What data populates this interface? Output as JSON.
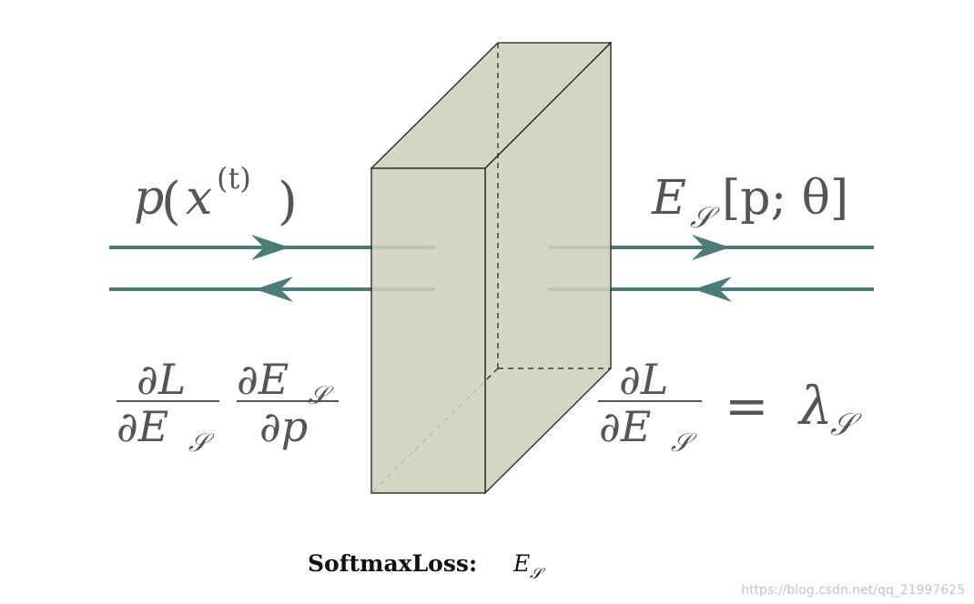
{
  "input_label": {
    "p": "p",
    "lparen": "(",
    "x": "x",
    "sup": "(t)",
    "rparen": ")"
  },
  "output_label": {
    "E": "E",
    "sub": "𝒮",
    "bracket": "[p; θ]"
  },
  "left_gradient": {
    "frac1_num": "∂L",
    "frac1_den_pre": "∂E",
    "frac1_den_sub": "𝒮",
    "frac2_num_pre": "∂E",
    "frac2_num_sub": "𝒮",
    "frac2_den": "∂p"
  },
  "right_gradient": {
    "num": "∂L",
    "den_pre": "∂E",
    "den_sub": "𝒮",
    "eq": "=",
    "lambda": "λ",
    "lambda_sub": "𝒮"
  },
  "caption": {
    "bold": "SoftmaxLoss:",
    "E": "E",
    "sub": "𝒮"
  },
  "watermark": "https://blog.csdn.net/qq_21997625",
  "colors": {
    "arrow": "#4b7c7a",
    "box_fill": "#cfcfbd",
    "box_stroke": "#1e1e1e",
    "text": "#555555"
  }
}
